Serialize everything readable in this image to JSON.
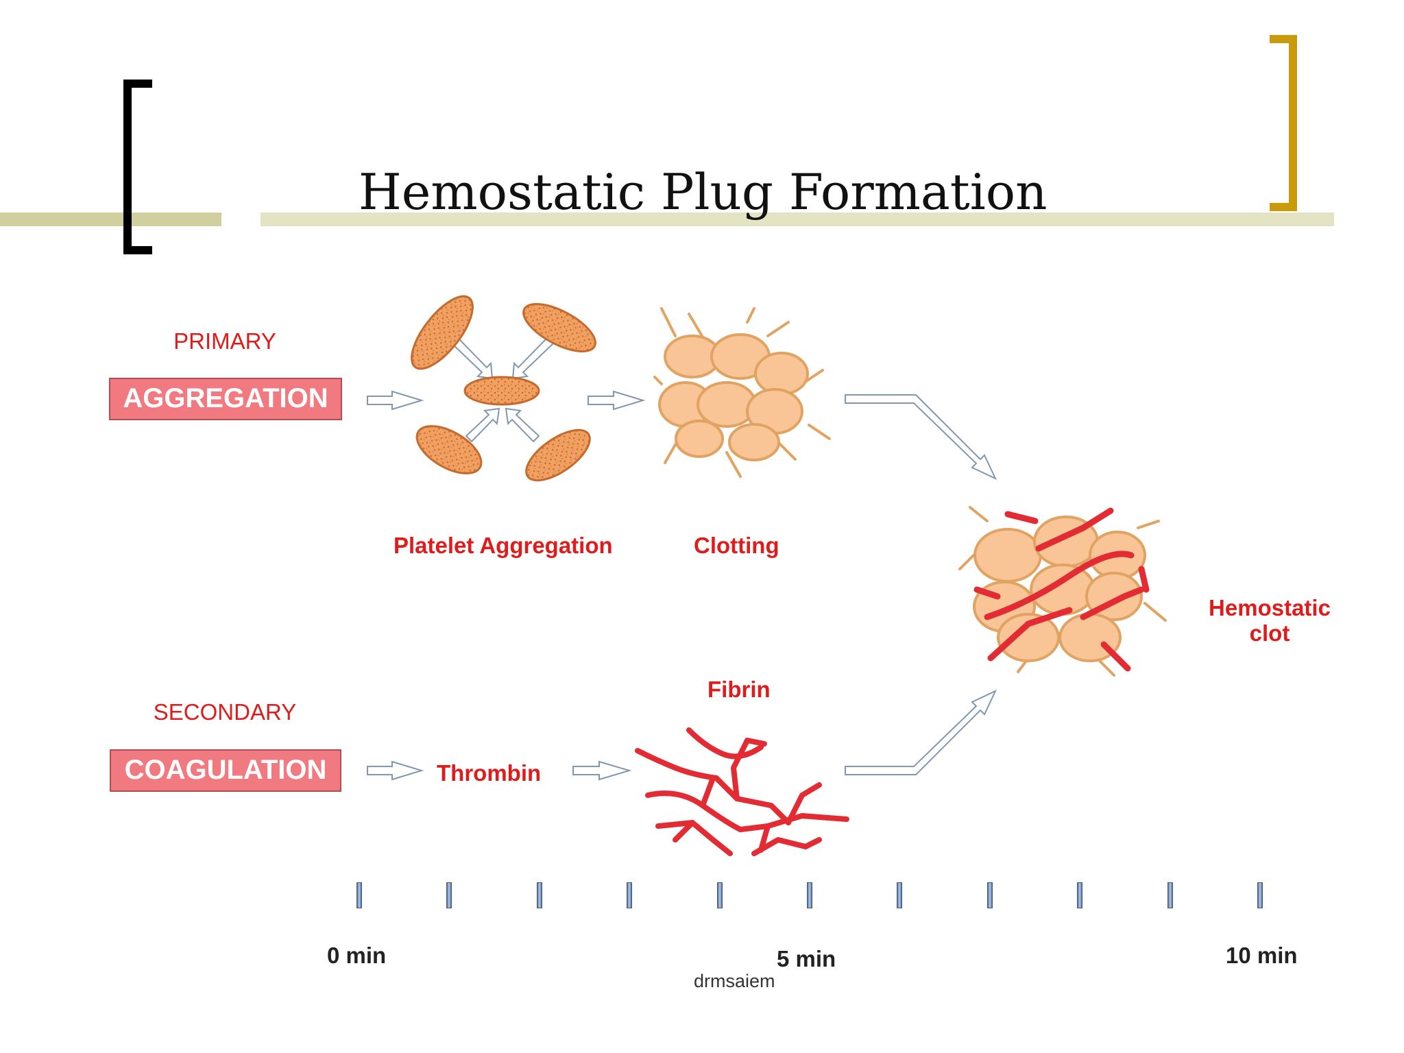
{
  "slide": {
    "title": "Hemostatic Plug Formation",
    "colors": {
      "bracket_left": "#000000",
      "bracket_right": "#c89a0c",
      "rule": "#cfd09e",
      "box_fill": "#f07a80",
      "label_red": "#e01b1b",
      "platelet_fill": "#f0a060",
      "clot_fill": "#f9c496"
    }
  },
  "primary": {
    "heading": "PRIMARY",
    "box_label": "AGGREGATION",
    "stage1_label": "Platelet Aggregation",
    "stage2_label": "Clotting"
  },
  "secondary": {
    "heading": "SECONDARY",
    "box_label": "COAGULATION",
    "stage1_label": "Thrombin",
    "stage2_label": "Fibrin"
  },
  "result": {
    "line1": "Hemostatic",
    "line2": "clot"
  },
  "timeline": {
    "start_label": "0 min",
    "mid_label": "5 min",
    "end_label": "10 min",
    "tick_count": 11
  },
  "credit": "drmsaiem"
}
